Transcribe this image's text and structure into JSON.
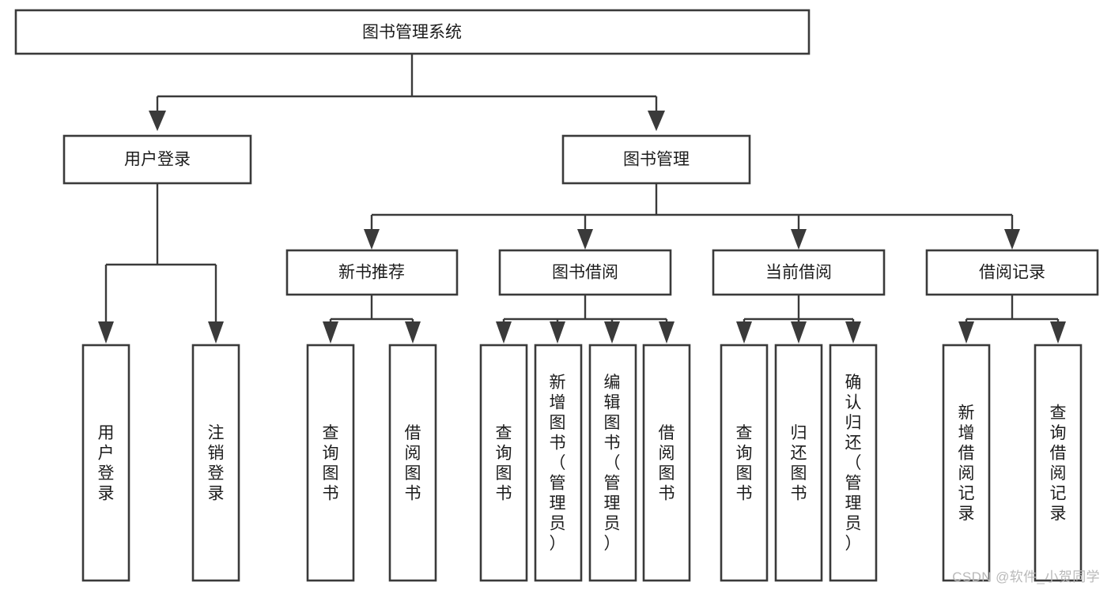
{
  "diagram": {
    "title": "图书管理系统",
    "watermark": "CSDN @软件_小贺同学",
    "colors": {
      "stroke": "#3a3a3a",
      "box_fill": "#ffffff",
      "text": "#1c1c1c",
      "background": "#ffffff",
      "watermark": "#b9b9b9"
    },
    "root": {
      "label": "图书管理系统"
    },
    "level2": [
      {
        "label": "用户登录"
      },
      {
        "label": "图书管理"
      }
    ],
    "level3": [
      {
        "label": "新书推荐"
      },
      {
        "label": "图书借阅"
      },
      {
        "label": "当前借阅"
      },
      {
        "label": "借阅记录"
      }
    ],
    "leaves": {
      "user_login": [
        {
          "label": "用户登录"
        },
        {
          "label": "注销登录"
        }
      ],
      "new_book_recommend": [
        {
          "label": "查询图书"
        },
        {
          "label": "借阅图书"
        }
      ],
      "book_borrow": [
        {
          "label": "查询图书"
        },
        {
          "label": "新增图书（管理员）"
        },
        {
          "label": "编辑图书（管理员）"
        },
        {
          "label": "借阅图书"
        }
      ],
      "current_borrow": [
        {
          "label": "查询图书"
        },
        {
          "label": "归还图书"
        },
        {
          "label": "确认归还（管理员）"
        }
      ],
      "borrow_records": [
        {
          "label": "新增借阅记录"
        },
        {
          "label": "查询借阅记录"
        }
      ]
    }
  }
}
